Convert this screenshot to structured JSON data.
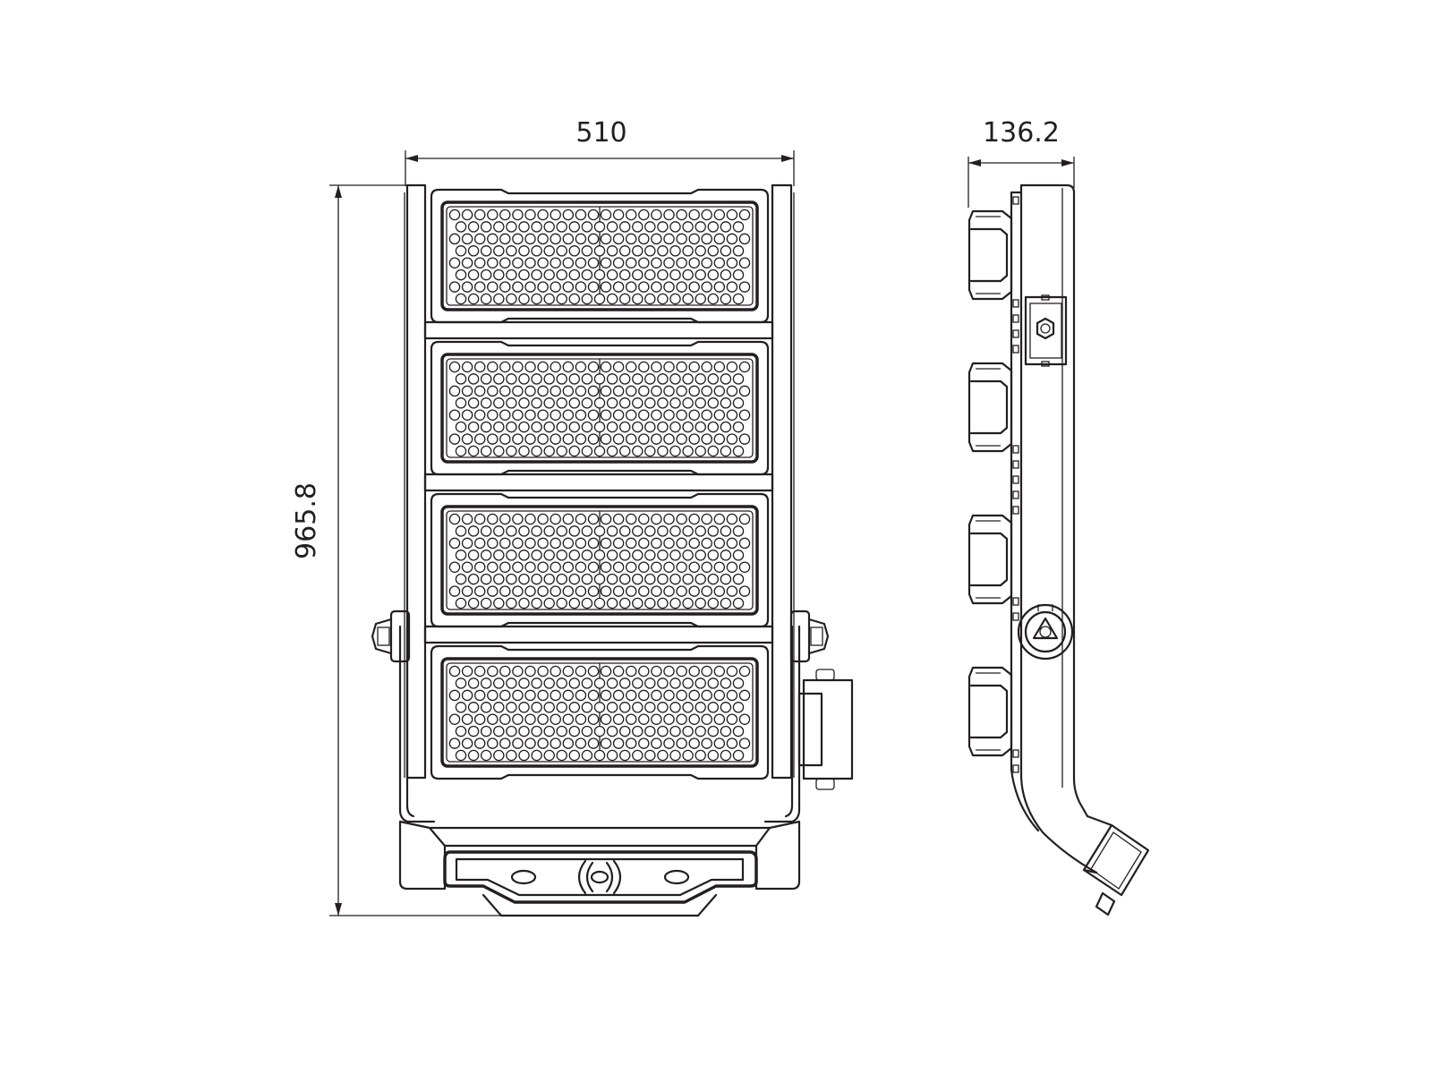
{
  "dimensions": {
    "width": "510",
    "depth": "136.2",
    "height": "965.8"
  },
  "product": {
    "led_modules": 4
  }
}
